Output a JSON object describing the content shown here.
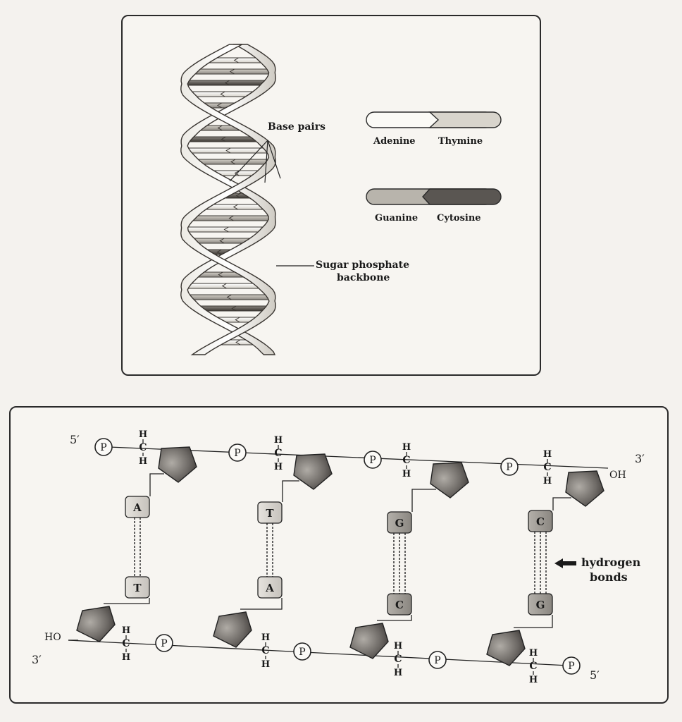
{
  "top_panel": {
    "labels": {
      "base_pairs": "Base pairs",
      "sugar_phosphate_line1": "Sugar phosphate",
      "sugar_phosphate_line2": "backbone"
    },
    "legend": [
      {
        "left": "Adenine",
        "right": "Thymine",
        "left_color": "#fbfaf6",
        "right_color": "#d8d4cc"
      },
      {
        "left": "Guanine",
        "right": "Cytosine",
        "left_color": "#b8b4ac",
        "right_color": "#5a5652"
      }
    ]
  },
  "bottom_panel": {
    "phosphate": "P",
    "carbon": "C",
    "hydrogen": "H",
    "top_strand_end_left": "5′",
    "top_strand_end_right": "3′",
    "top_strand_oh": "OH",
    "bottom_strand_end_left": "3′",
    "bottom_strand_ho": "HO",
    "bottom_strand_end_right": "5′",
    "pairs": [
      {
        "top": "A",
        "bottom": "T",
        "bonds": 2
      },
      {
        "top": "T",
        "bottom": "A",
        "bonds": 2
      },
      {
        "top": "G",
        "bottom": "C",
        "bonds": 3
      },
      {
        "top": "C",
        "bottom": "G",
        "bonds": 3
      }
    ],
    "hydrogen_label_line1": "hydrogen",
    "hydrogen_label_line2": "bonds"
  }
}
